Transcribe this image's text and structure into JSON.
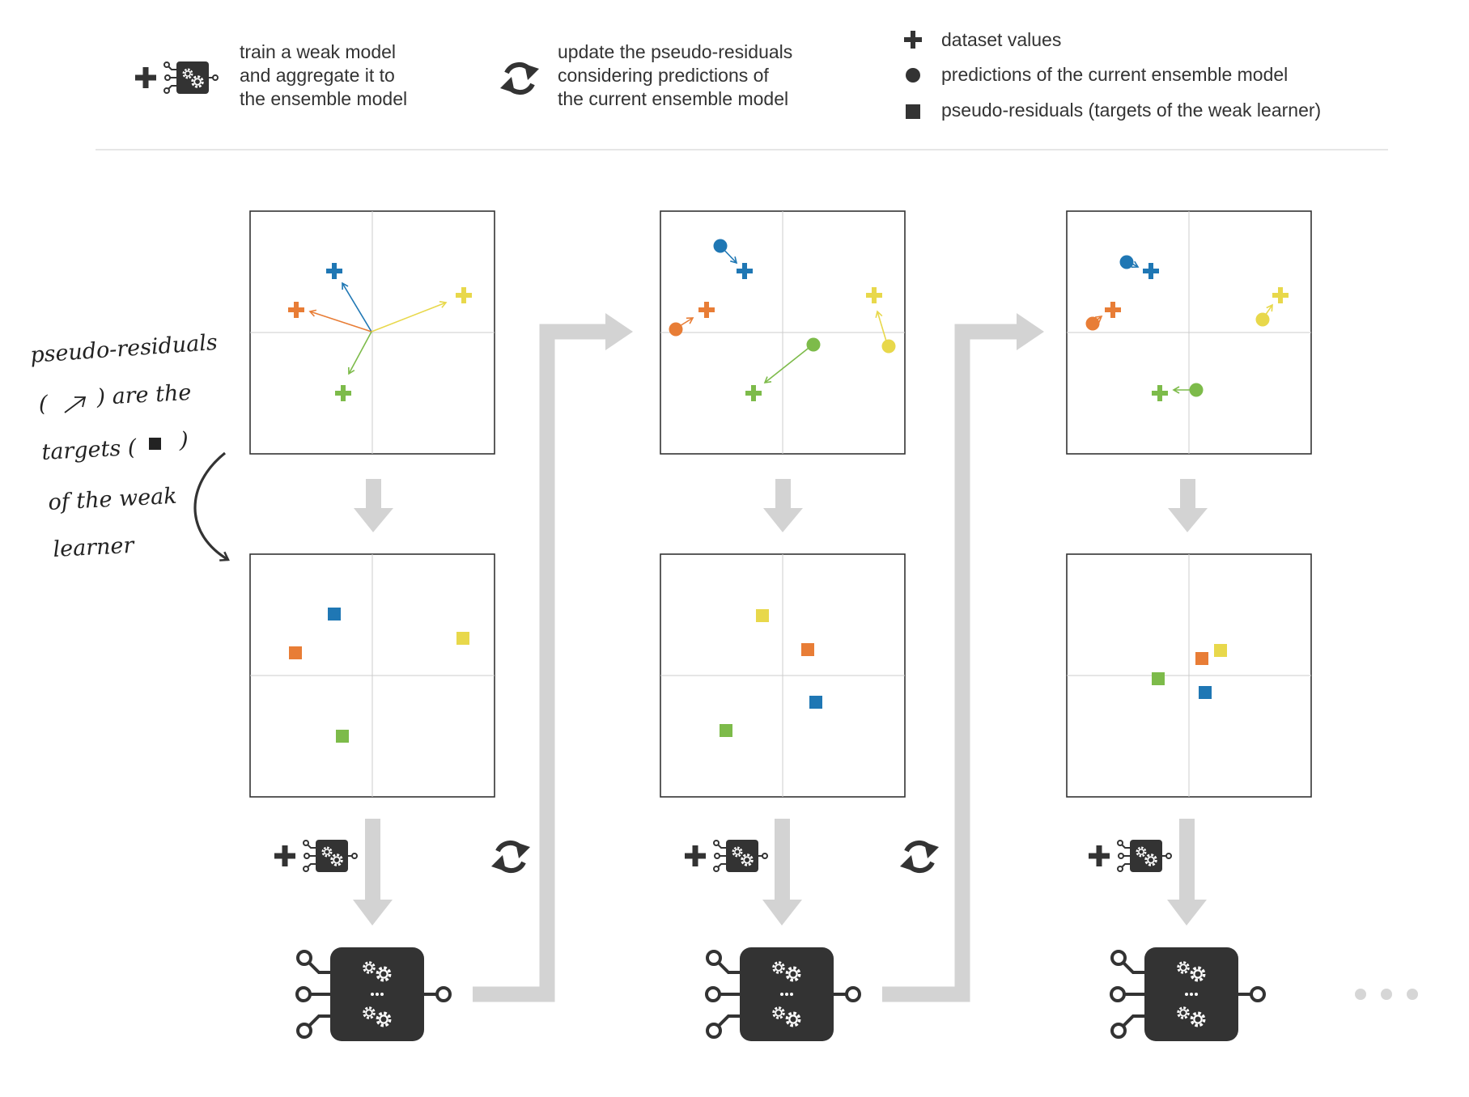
{
  "legend": {
    "train_lines": [
      "train a weak model",
      "and aggregate it to",
      "the ensemble model"
    ],
    "update_lines": [
      "update the pseudo-residuals",
      "considering predictions of",
      "the current ensemble model"
    ],
    "markers": [
      {
        "shape": "plus",
        "label": "dataset values"
      },
      {
        "shape": "circle",
        "label": "predictions of the current ensemble model"
      },
      {
        "shape": "square",
        "label": "pseudo-residuals (targets of the weak learner)"
      }
    ]
  },
  "annotation": {
    "line1": "pseudo-residuals",
    "line2_pre": "(",
    "line2_post": ") are the",
    "line3_pre": "targets (",
    "line3_post": ")",
    "line4": "of the weak",
    "line5": "learner"
  },
  "colors": {
    "blue": "#1f77b4",
    "orange": "#e87d36",
    "yellow": "#e8d84b",
    "green": "#7dbb4a",
    "dark": "#333333",
    "arrow_gray": "#d3d3d3",
    "axis_gray": "#cccccc"
  },
  "icons": {
    "weak_model": "plus-weak-model-icon",
    "update": "refresh-cycle-icon",
    "ensemble": "ensemble-model-chip-icon",
    "more": "ellipsis-dots-icon"
  }
}
